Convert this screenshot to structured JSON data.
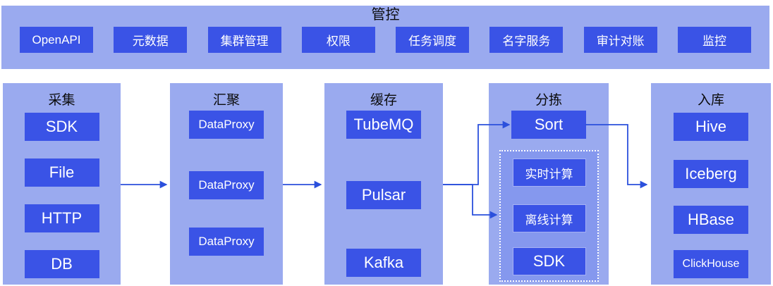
{
  "colors": {
    "panel_bg": "#9AAAEF",
    "node_bg": "#3A53E6",
    "node_text": "#FFFFFF",
    "heading_text": "#0B0B0B",
    "arrow": "#2B50DC",
    "dashed_fill": "#8598EE",
    "dashed_border": "#FFFFFF"
  },
  "top_panel": {
    "title": "管控",
    "buttons": [
      "OpenAPI",
      "元数据",
      "集群管理",
      "权限",
      "任务调度",
      "名字服务",
      "审计对账",
      "监控"
    ]
  },
  "columns": [
    {
      "title": "采集",
      "items": [
        "SDK",
        "File",
        "HTTP",
        "DB"
      ]
    },
    {
      "title": "汇聚",
      "items": [
        "DataProxy",
        "DataProxy",
        "DataProxy"
      ]
    },
    {
      "title": "缓存",
      "items": [
        "TubeMQ",
        "Pulsar",
        "Kafka"
      ]
    },
    {
      "title": "分拣",
      "items": [
        "Sort"
      ],
      "group": {
        "items": [
          "实时计算",
          "离线计算",
          "SDK"
        ]
      }
    },
    {
      "title": "入库",
      "items": [
        "Hive",
        "Iceberg",
        "HBase",
        "ClickHouse"
      ]
    }
  ],
  "edges": [
    {
      "from": "采集",
      "to": "汇聚"
    },
    {
      "from": "汇聚",
      "to": "缓存"
    },
    {
      "from": "缓存",
      "to": "Sort"
    },
    {
      "from": "缓存",
      "to": "离线计算"
    },
    {
      "from": "Sort",
      "to": "入库"
    }
  ]
}
